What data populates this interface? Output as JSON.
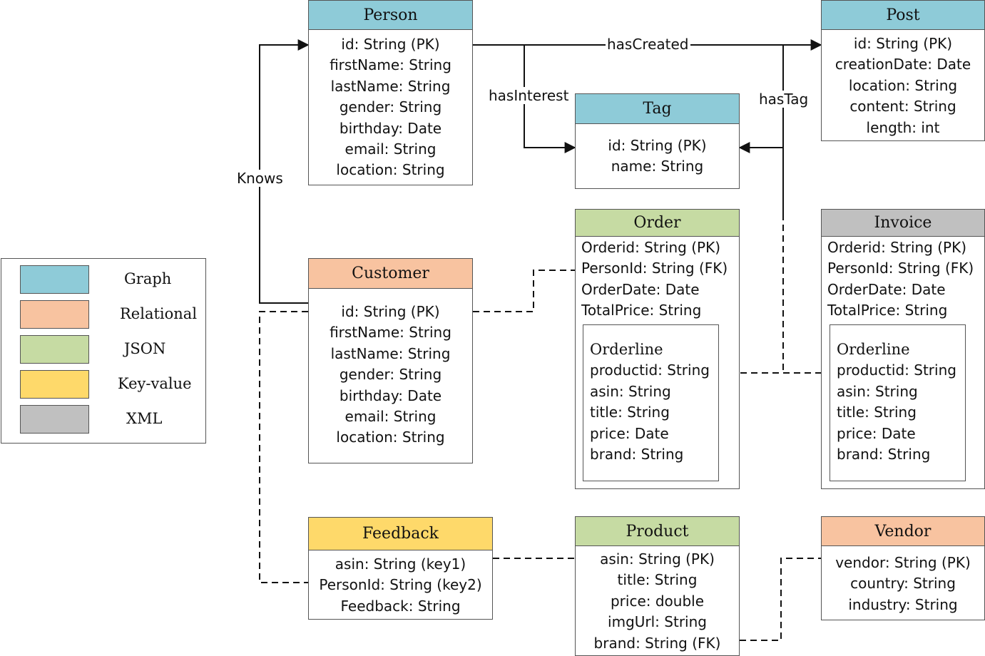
{
  "colors": {
    "graph": "#8ecbd8",
    "relational": "#f8c3a0",
    "json": "#c6dba3",
    "key_value": "#fed96a",
    "xml": "#c0c0c0"
  },
  "legend": {
    "items": [
      {
        "label": "Graph",
        "color": "#8ecbd8"
      },
      {
        "label": "Relational",
        "color": "#f8c3a0"
      },
      {
        "label": "JSON",
        "color": "#c6dba3"
      },
      {
        "label": "Key-value",
        "color": "#fed96a"
      },
      {
        "label": "XML",
        "color": "#c0c0c0"
      }
    ]
  },
  "entities": {
    "person": {
      "title": "Person",
      "model": "Graph",
      "fields": [
        "id: String (PK)",
        "firstName: String",
        "lastName: String",
        "gender: String",
        "birthday: Date",
        "email: String",
        "location: String"
      ]
    },
    "post": {
      "title": "Post",
      "model": "Graph",
      "fields": [
        "id: String (PK)",
        "creationDate: Date",
        "location: String",
        "content: String",
        "length: int"
      ]
    },
    "tag": {
      "title": "Tag",
      "model": "Graph",
      "fields": [
        "id: String (PK)",
        "name: String"
      ]
    },
    "customer": {
      "title": "Customer",
      "model": "Relational",
      "fields": [
        "id: String (PK)",
        "firstName: String",
        "lastName: String",
        "gender: String",
        "birthday: Date",
        "email: String",
        "location: String"
      ]
    },
    "order": {
      "title": "Order",
      "model": "JSON",
      "fields": [
        "Orderid: String (PK)",
        "PersonId: String (FK)",
        "OrderDate: Date",
        "TotalPrice: String"
      ],
      "nested": {
        "title": "Orderline",
        "fields": [
          "productid: String",
          "asin: String",
          "title: String",
          "price: Date",
          "brand: String"
        ]
      }
    },
    "invoice": {
      "title": "Invoice",
      "model": "XML",
      "fields": [
        "Orderid: String (PK)",
        "PersonId: String (FK)",
        "OrderDate: Date",
        "TotalPrice: String"
      ],
      "nested": {
        "title": "Orderline",
        "fields": [
          "productid: String",
          "asin: String",
          "title: String",
          "price: Date",
          "brand: String"
        ]
      }
    },
    "feedback": {
      "title": "Feedback",
      "model": "Key-value",
      "fields": [
        "asin: String (key1)",
        "PersonId: String (key2)",
        "Feedback: String"
      ]
    },
    "product": {
      "title": "Product",
      "model": "JSON",
      "fields": [
        "asin: String (PK)",
        "title: String",
        "price: double",
        "imgUrl: String",
        "brand: String (FK)"
      ]
    },
    "vendor": {
      "title": "Vendor",
      "model": "Relational",
      "fields": [
        "vendor: String (PK)",
        "country: String",
        "industry: String"
      ]
    }
  },
  "edges": {
    "has_created": "hasCreated",
    "has_interest": "hasInterest",
    "has_tag": "hasTag",
    "knows": "Knows"
  }
}
